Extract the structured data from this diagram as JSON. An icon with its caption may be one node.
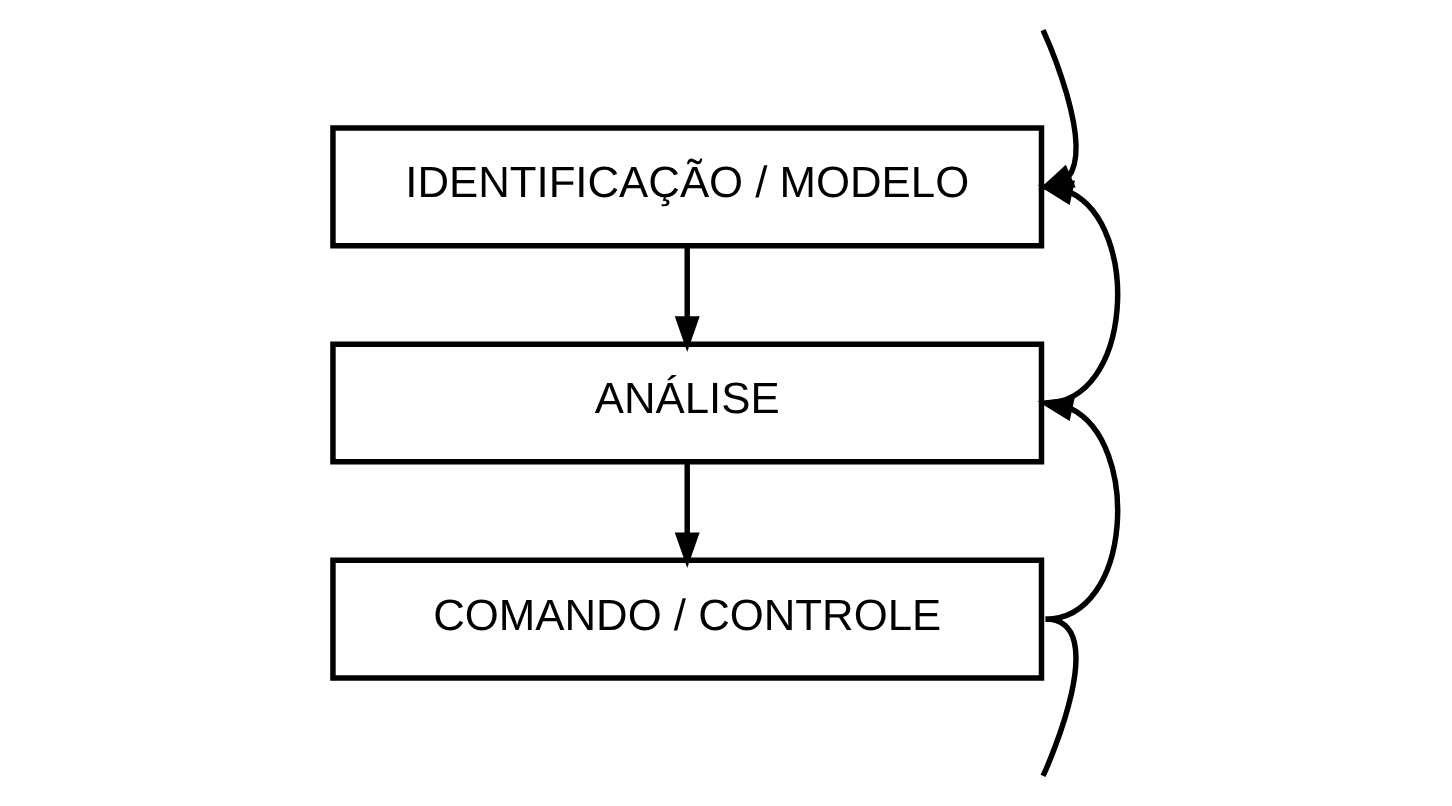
{
  "diagram": {
    "nodes": [
      {
        "text": [
          "IDENTIFICAÇÃO / MODELO"
        ]
      },
      {
        "text": [
          "ANÁLISE"
        ]
      },
      {
        "text": [
          "COMANDO / CONTROLE"
        ]
      }
    ],
    "edges": [
      {
        "from": 0,
        "to": 1,
        "arrow": "to"
      },
      {
        "from": 1,
        "to": 2,
        "arrow": "to"
      },
      {
        "from": 1,
        "to": 0,
        "arrow": "to"
      },
      {
        "from": 2,
        "to": 1,
        "arrow": "to"
      },
      {
        "from": 2,
        "to": null,
        "arrow": "none"
      },
      {
        "from": null,
        "to": 0,
        "arrow": "to"
      }
    ]
  }
}
